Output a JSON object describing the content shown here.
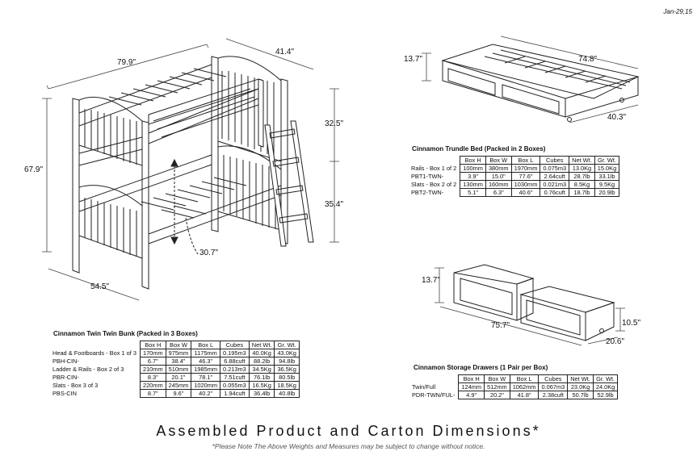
{
  "date": "Jan-29,15",
  "bunk_dims": {
    "length": "79.9\"",
    "width": "41.4\"",
    "upper_height": "32.5\"",
    "total_height": "67.9\"",
    "lower_height": "35.4\"",
    "clearance": "30.7\"",
    "depth": "54.5\""
  },
  "trundle_dims": {
    "height": "13.7\"",
    "length": "74.8\"",
    "width": "40.3\""
  },
  "drawer_dims": {
    "height": "13.7\"",
    "length": "75.7\"",
    "drawer_height": "10.5\"",
    "drawer_depth": "20.6\""
  },
  "bunk_table": {
    "title": "Cinnamon Twin Twin Bunk (Packed in 3 Boxes)",
    "headers": [
      "Box H",
      "Box W",
      "Box L",
      "Cubes",
      "Net Wt.",
      "Gr. Wt."
    ],
    "rows": [
      {
        "label": "Head & Footboards - Box 1 of 3",
        "cells": [
          "170mm",
          "975mm",
          "1175mm",
          "0.195m3",
          "40.0Kg",
          "43.0Kg"
        ]
      },
      {
        "label": "PBH-CIN-",
        "cells": [
          "6.7\"",
          "38.4\"",
          "46.3\"",
          "6.88cuft",
          "88.2lb",
          "94.8lb"
        ]
      },
      {
        "label": "Ladder & Rails - Box 2 of 3",
        "cells": [
          "210mm",
          "510mm",
          "1985mm",
          "0.213m3",
          "34.5Kg",
          "36.5Kg"
        ]
      },
      {
        "label": "PBR-CIN-",
        "cells": [
          "8.3\"",
          "20.1\"",
          "78.1\"",
          "7.51cuft",
          "76.1lb",
          "80.5lb"
        ]
      },
      {
        "label": "Slats - Box 3 of 3",
        "cells": [
          "220mm",
          "245mm",
          "1020mm",
          "0.055m3",
          "16.5Kg",
          "18.5Kg"
        ]
      },
      {
        "label": "PBS-CIN",
        "cells": [
          "8.7\"",
          "9.6\"",
          "40.2\"",
          "1.94cuft",
          "36.4lb",
          "40.8lb"
        ]
      }
    ]
  },
  "trundle_table": {
    "title": "Cinnamon Trundle Bed (Packed in 2 Boxes)",
    "headers": [
      "Box H",
      "Box W",
      "Box L",
      "Cubes",
      "Net Wt.",
      "Gr. Wt."
    ],
    "rows": [
      {
        "label": "Rails - Box 1 of 2",
        "cells": [
          "100mm",
          "380mm",
          "1970mm",
          "0.075m3",
          "13.0Kg",
          "15.0Kg"
        ]
      },
      {
        "label": "PBT1-TWN-",
        "cells": [
          "3.9\"",
          "15.0\"",
          "77.6\"",
          "2.64cuft",
          "28.7lb",
          "33.1lb"
        ]
      },
      {
        "label": "Slats - Box 2 of 2",
        "cells": [
          "130mm",
          "160mm",
          "1030mm",
          "0.021m3",
          "8.5Kg",
          "9.5Kg"
        ]
      },
      {
        "label": "PBT2-TWN-",
        "cells": [
          "5.1\"",
          "6.3\"",
          "40.6\"",
          "0.76cuft",
          "18.7lb",
          "20.9lb"
        ]
      }
    ]
  },
  "drawer_table": {
    "title": "Cinnamon Storage Drawers (1 Pair per Box)",
    "headers": [
      "Box H",
      "Box W",
      "Box L",
      "Cubes",
      "Net Wt.",
      "Gr. Wt."
    ],
    "rows": [
      {
        "label": "Twin/Full",
        "cells": [
          "124mm",
          "512mm",
          "1062mm",
          "0.067m3",
          "23.0Kg",
          "24.0Kg"
        ]
      },
      {
        "label": "PDR-TWN/FUL-",
        "cells": [
          "4.9\"",
          "20.2\"",
          "41.8\"",
          "2.38cuft",
          "50.7lb",
          "52.9lb"
        ]
      }
    ]
  },
  "footer": {
    "title": "Assembled Product and Carton Dimensions*",
    "note": "*Please Note The Above Weights and Measures may be subject to change without notice."
  }
}
